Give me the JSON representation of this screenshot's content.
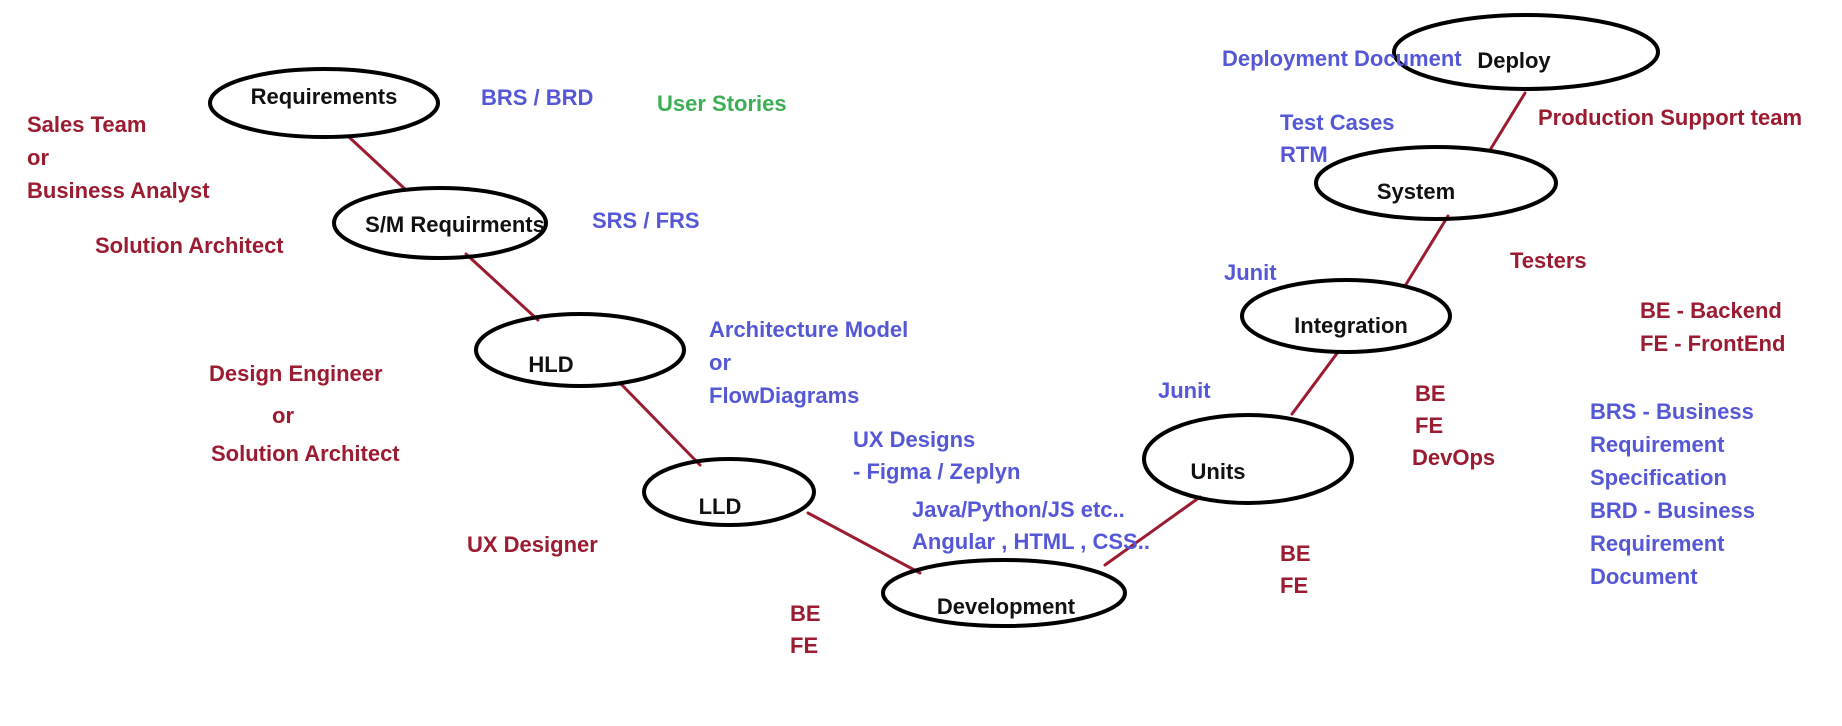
{
  "colors": {
    "connector": "#9b1b30",
    "ellipse_stroke": "#000000",
    "stage_text": "#111111",
    "role_text": "#9b1b30",
    "artifact_text": "#5558d6",
    "user_stories_text": "#3cae54"
  },
  "stages": {
    "requirements": "Requirements",
    "sm_requirements": "S/M Requirments",
    "hld": "HLD",
    "lld": "LLD",
    "development": "Development",
    "units": "Units",
    "integration": "Integration",
    "system": "System",
    "deploy": "Deploy"
  },
  "roles": {
    "sales_team": [
      "Sales Team",
      "or",
      "Business Analyst"
    ],
    "solution_architect": "Solution Architect",
    "design_engineer": [
      "Design Engineer",
      "or",
      "Solution Architect"
    ],
    "ux_designer": "UX Designer",
    "dev_team": [
      "BE",
      "FE"
    ],
    "units_team": [
      "BE",
      "FE"
    ],
    "integration_team": [
      "BE",
      "FE",
      "DevOps"
    ],
    "testers": "Testers",
    "production_support": "Production Support team",
    "abbreviations": [
      "BE - Backend",
      "FE - FrontEnd"
    ]
  },
  "artifacts": {
    "brs_brd": "BRS / BRD",
    "user_stories": "User Stories",
    "srs_frs": "SRS / FRS",
    "architecture": [
      "Architecture Model",
      "or",
      "FlowDiagrams"
    ],
    "ux_designs": [
      "UX Designs",
      "- Figma / Zeplyn"
    ],
    "tech_stack": [
      "Java/Python/JS etc..",
      "Angular , HTML , CSS.."
    ],
    "units_tests": "Junit",
    "integration_tests": "Junit",
    "system_tests": [
      "Test Cases",
      "RTM"
    ],
    "deployment_doc": "Deployment Document",
    "definitions": [
      "BRS  - Business",
      "Requirement",
      "Specification",
      "BRD -  Business",
      "Requirement",
      "Document"
    ]
  }
}
